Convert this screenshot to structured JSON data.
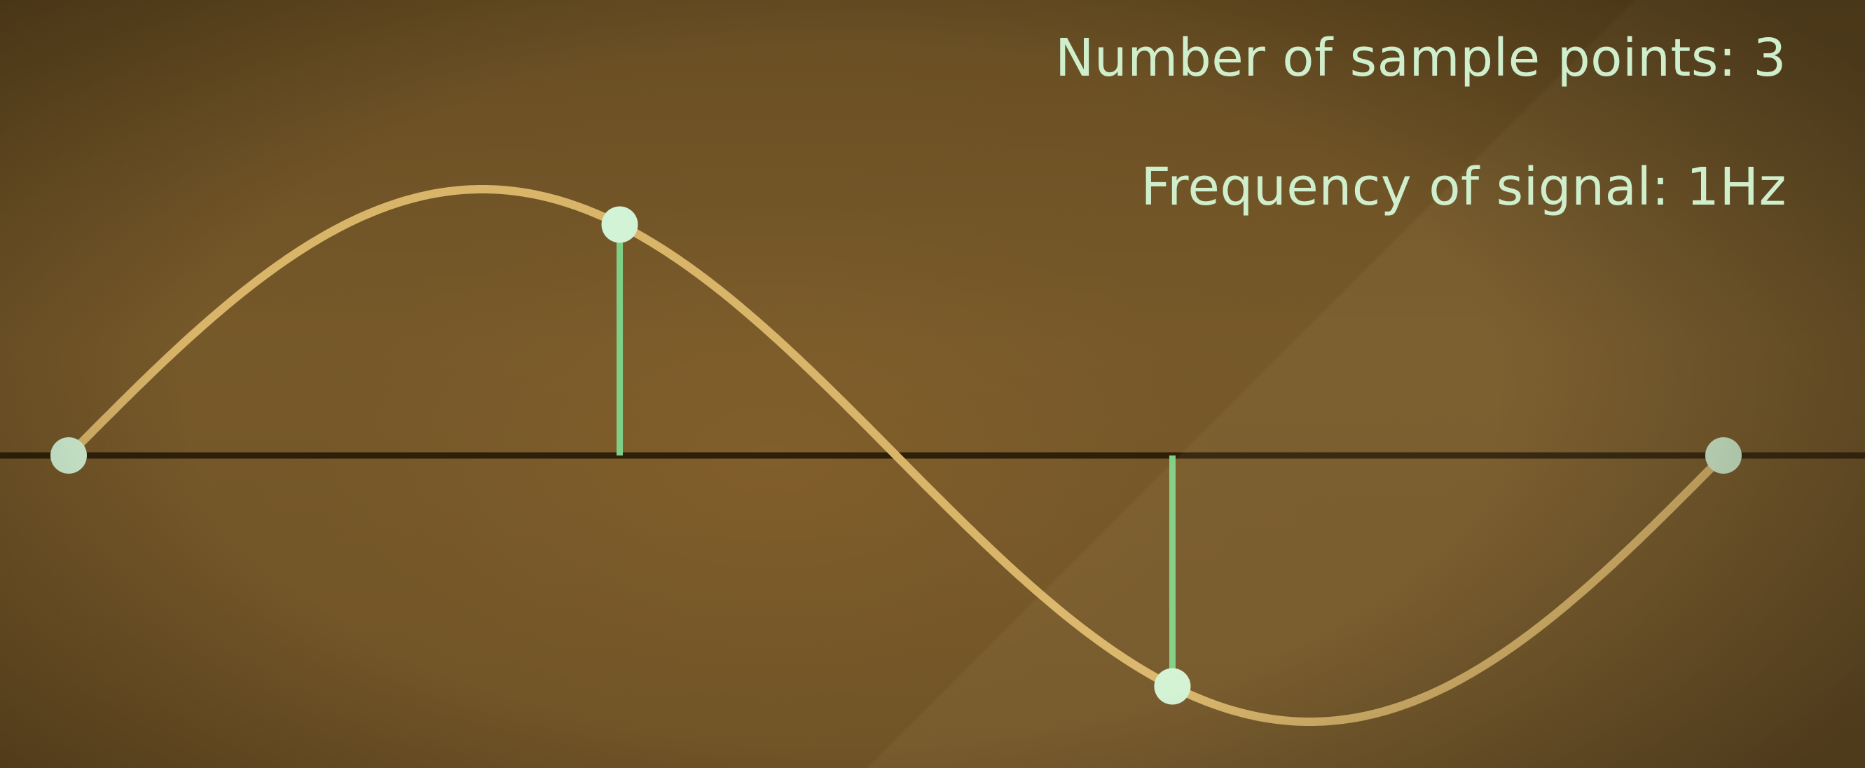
{
  "labels": {
    "samples_text": "Number of sample points: 3",
    "frequency_text": "Frequency of signal: 1Hz"
  },
  "signal": {
    "waveform": "sine",
    "cycles_shown": 1,
    "sample_points": 3,
    "sample_phases": [
      0,
      0.333,
      0.667,
      1.0
    ]
  },
  "colors": {
    "wave": "#d9b56a",
    "axis": "#2d1f0a",
    "stem": "#7fcf86",
    "point": "#d2f3d6",
    "text": "#cfeecb"
  }
}
